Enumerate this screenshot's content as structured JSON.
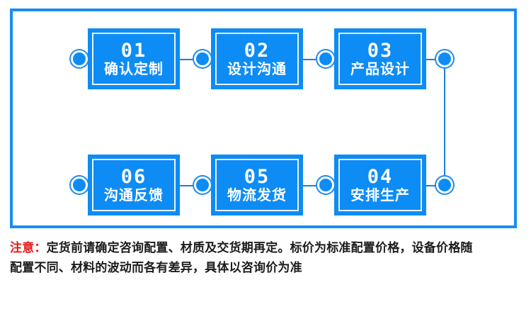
{
  "frame": {
    "border_color": "#1a8cf0"
  },
  "colors": {
    "box_blue": "#0d8cf5",
    "frame_blue": "#1a8cf0",
    "line_blue": "#1a7fe0",
    "note_red": "#e81b16",
    "note_black": "#1c1c1c",
    "white": "#ffffff"
  },
  "flow": {
    "steps": [
      {
        "num": "01",
        "label": "确认定制",
        "row": "top",
        "order": 1
      },
      {
        "num": "02",
        "label": "设计沟通",
        "row": "top",
        "order": 2
      },
      {
        "num": "03",
        "label": "产品设计",
        "row": "top",
        "order": 3
      },
      {
        "num": "04",
        "label": "安排生产",
        "row": "bottom",
        "order": 4
      },
      {
        "num": "05",
        "label": "物流发货",
        "row": "bottom",
        "order": 5
      },
      {
        "num": "06",
        "label": "沟通反馈",
        "row": "bottom",
        "order": 6
      }
    ]
  },
  "note": {
    "label": "注意：",
    "line1": "定货前请确定咨询配置、材质及交货期再定。标价为标准配置价格，设备价格随",
    "line2": "配置不同、材料的波动而各有差异，具体以咨询价为准"
  }
}
